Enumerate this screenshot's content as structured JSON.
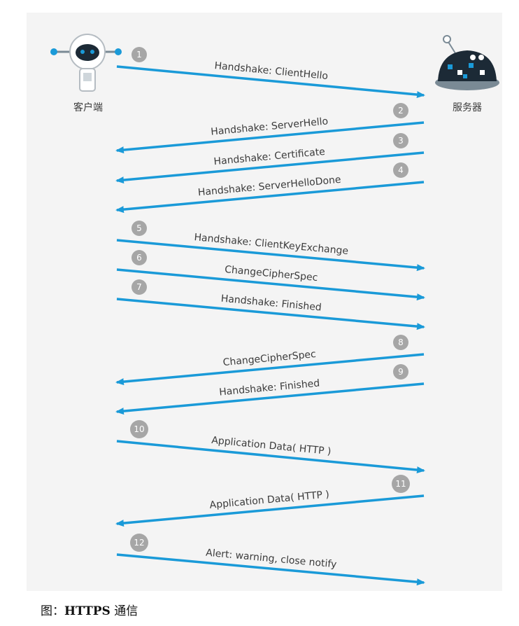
{
  "participants": {
    "client": "客户端",
    "server": "服务器"
  },
  "messages": [
    {
      "n": "1",
      "dir": "c2s",
      "label": "Handshake: ClientHello"
    },
    {
      "n": "2",
      "dir": "s2c",
      "label": "Handshake: ServerHello"
    },
    {
      "n": "3",
      "dir": "s2c",
      "label": "Handshake: Certificate"
    },
    {
      "n": "4",
      "dir": "s2c",
      "label": "Handshake: ServerHelloDone"
    },
    {
      "n": "5",
      "dir": "c2s",
      "label": "Handshake: ClientKeyExchange"
    },
    {
      "n": "6",
      "dir": "c2s",
      "label": "ChangeCipherSpec"
    },
    {
      "n": "7",
      "dir": "c2s",
      "label": "Handshake: Finished"
    },
    {
      "n": "8",
      "dir": "s2c",
      "label": "ChangeCipherSpec"
    },
    {
      "n": "9",
      "dir": "s2c",
      "label": "Handshake: Finished"
    },
    {
      "n": "10",
      "dir": "c2s",
      "label": "Application Data( HTTP )"
    },
    {
      "n": "11",
      "dir": "s2c",
      "label": "Application Data( HTTP )"
    },
    {
      "n": "12",
      "dir": "c2s",
      "label": "Alert: warning, close notify"
    }
  ],
  "caption": {
    "prefix": "图：",
    "bold": "HTTPS",
    "suffix": " 通信"
  },
  "colors": {
    "arrow": "#1a9ad8",
    "badge": "#a6a6a6",
    "panel": "#f4f4f4"
  }
}
